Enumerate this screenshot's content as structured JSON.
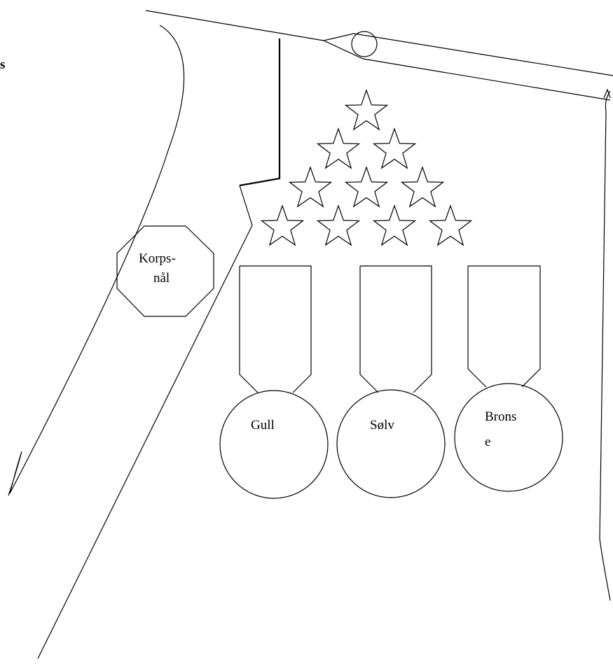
{
  "diagram": {
    "cut_label": "s",
    "pin": {
      "label_line1": "Korps-",
      "label_line2": "nål"
    },
    "medals": [
      {
        "id": "gold",
        "label_line1": "Gull",
        "label_line2": ""
      },
      {
        "id": "silver",
        "label_line1": "Sølv",
        "label_line2": ""
      },
      {
        "id": "bronze",
        "label_line1": "Brons",
        "label_line2": "e"
      }
    ],
    "stars": {
      "rows": [
        1,
        2,
        3,
        4
      ],
      "total": 10
    },
    "colors": {
      "stroke": "#000000",
      "background": "#ffffff"
    }
  }
}
